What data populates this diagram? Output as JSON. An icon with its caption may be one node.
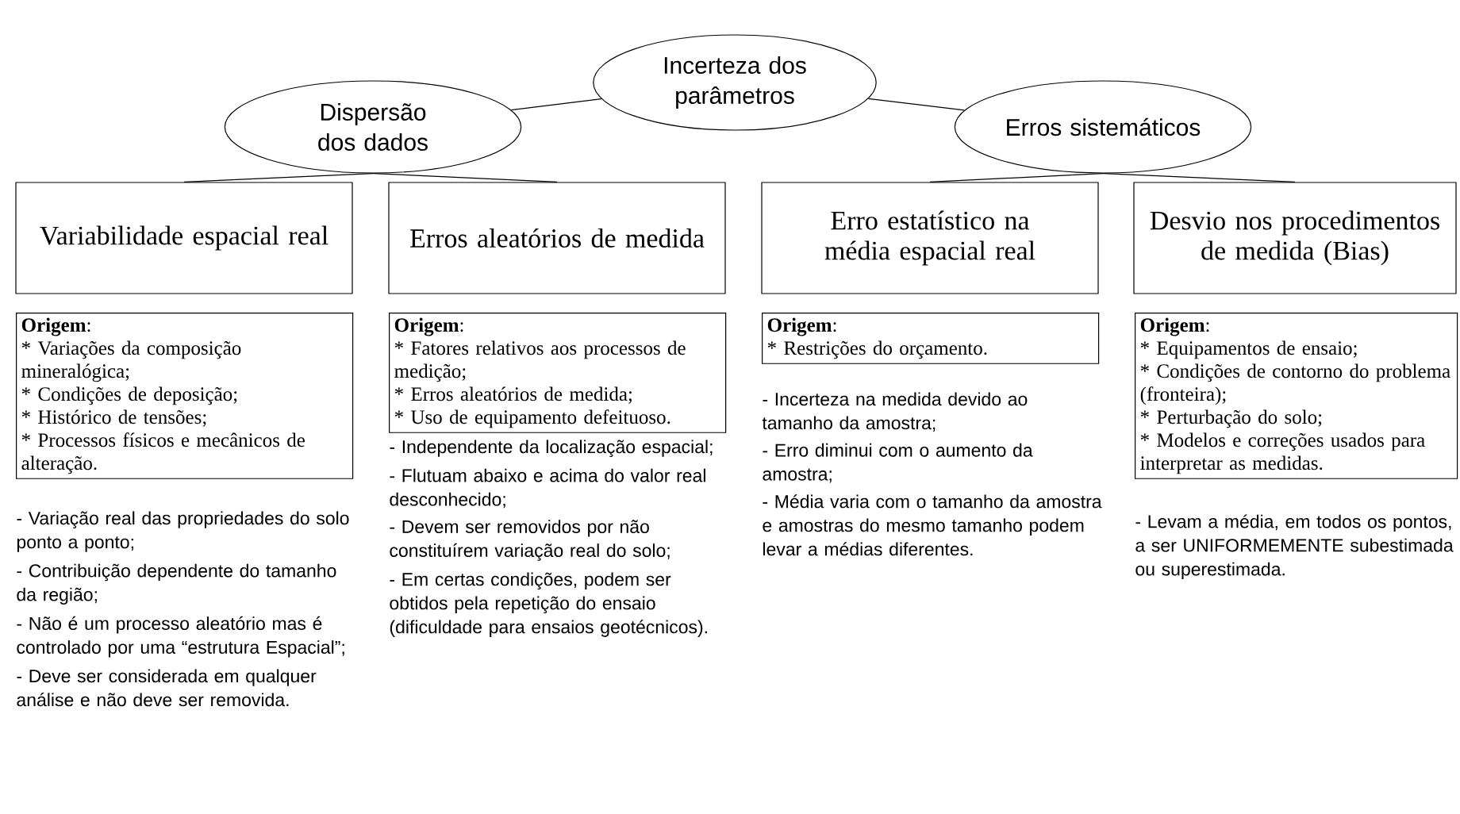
{
  "diagram": {
    "nodes": [
      {
        "text": [
          "Incerteza dos parâmetros"
        ]
      },
      {
        "text": [
          "Dispersão dos dados"
        ]
      },
      {
        "text": [
          "Erros sistemáticos"
        ]
      },
      {
        "text": [
          "Variabilidade espacial real"
        ]
      },
      {
        "text": [
          "Erros aleatórios de medida"
        ]
      },
      {
        "text": [
          "Erro estatístico na média espacial real"
        ]
      },
      {
        "text": [
          "Desvio nos procedimentos de medida (Bias)"
        ]
      },
      {
        "text": [
          "**Origem**:",
          "* Variações da composição mineralógica;",
          "* Condições de deposição;",
          "* Histórico de tensões;",
          "* Processos físicos e mecânicos de alteração."
        ]
      },
      {
        "text": [
          "**Origem**:",
          "* Fatores relativos aos processos de medição;",
          "* Erros aleatórios de medida;",
          "* Uso de equipamento defeituoso."
        ]
      },
      {
        "text": [
          "**Origem**:",
          "* Restrições do orçamento."
        ]
      },
      {
        "text": [
          "**Origem**:",
          "* Equipamentos de ensaio;",
          "* Condições de contorno do problema (fronteira);",
          "* Perturbação do solo;",
          "* Modelos e correções usados para interpretar as medidas."
        ]
      }
    ],
    "edges": [
      {
        "from": 0,
        "to": 1,
        "arrow": "none"
      },
      {
        "from": 0,
        "to": 2,
        "arrow": "none"
      },
      {
        "from": 1,
        "to": 3,
        "arrow": "none"
      },
      {
        "from": 1,
        "to": 4,
        "arrow": "none"
      },
      {
        "from": 2,
        "to": 5,
        "arrow": "none"
      },
      {
        "from": 2,
        "to": 6,
        "arrow": "none"
      }
    ],
    "labels": [
      "- Variação real das propriedades do solo ponto a ponto;",
      "- Contribuição dependente do tamanho da região;",
      "- Não é um processo aleatório mas é controlado por uma “estrutura Espacial”;",
      "- Deve ser considerada em qualquer análise e não deve ser removida.",
      "- Independente da localização espacial;",
      "- Flutuam abaixo e acima do valor real desconhecido;",
      "- Devem ser removidos por não constituírem variação real do solo;",
      "- Em certas condições, podem ser obtidos pela repetição do ensaio (dificuldade para ensaios geotécnicos).",
      "- Incerteza na medida devido ao tamanho da amostra;",
      "- Erro diminui com o aumento da amostra;",
      "- Média varia com o tamanho da amostra e amostras do mesmo tamanho podem levar a médias diferentes.",
      "- Levam a média, em todos os pontos, a ser UNIFORMEMENTE subestimada ou superestimada."
    ]
  }
}
